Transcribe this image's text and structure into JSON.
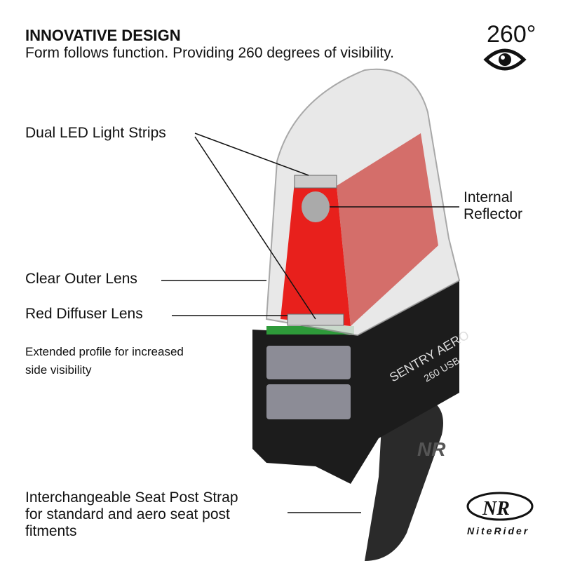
{
  "header": {
    "title": "INNOVATIVE DESIGN",
    "subtitle": "Form follows function. Providing 260 degrees of visibility."
  },
  "badge": {
    "degrees": "260°",
    "icon": "eye-icon"
  },
  "callouts": {
    "led_strips": "Dual LED Light Strips",
    "reflector_1": "Internal",
    "reflector_2": "Reflector",
    "outer_lens": "Clear Outer Lens",
    "diffuser": "Red Diffuser Lens",
    "profile_1": "Extended profile for increased",
    "profile_2": "side visibility",
    "strap_1": "Interchangeable Seat Post Strap",
    "strap_2": "for standard and aero seat post",
    "strap_3": "fitments"
  },
  "product": {
    "name": "SENTRY AERO",
    "model": "260 USB",
    "emblem": "NR"
  },
  "brand": {
    "logo_mark": "NR",
    "name": "NiteRider"
  },
  "colors": {
    "diffuser": "#e8201c",
    "body": "#1a1a1a",
    "lens": "#d8d8d8"
  }
}
